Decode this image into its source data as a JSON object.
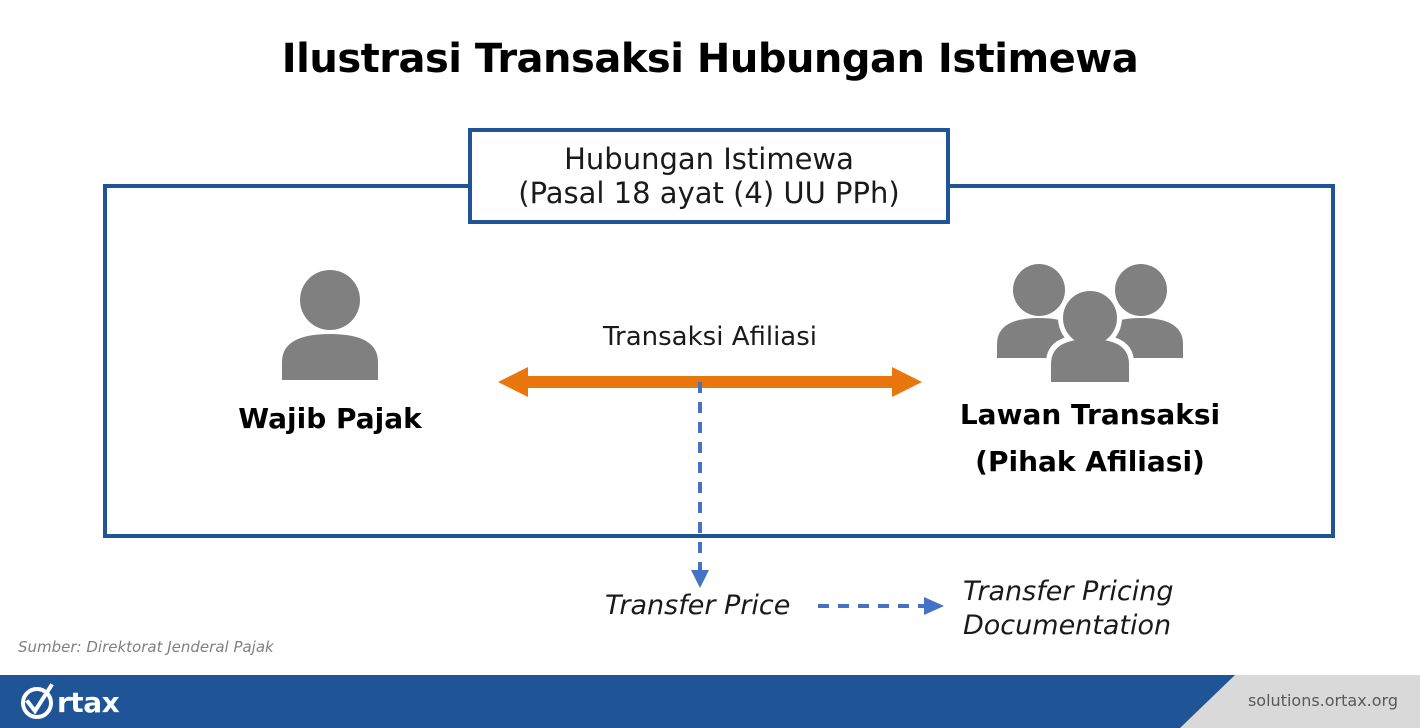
{
  "title": "Ilustrasi Transaksi Hubungan Istimewa",
  "top_box": {
    "line1": "Hubungan Istimewa",
    "line2": "(Pasal 18 ayat (4) UU PPh)"
  },
  "left_actor": {
    "icon": "single-person-icon",
    "label": "Wajib Pajak"
  },
  "right_actor": {
    "icon": "group-of-people-icon",
    "label_line1": "Lawan Transaksi",
    "label_line2": "(Pihak Afiliasi)"
  },
  "middle": {
    "transaction_label": "Transaksi Afiliasi",
    "arrow": "double-headed-horizontal-arrow"
  },
  "bottom": {
    "transfer_price": "Transfer Price",
    "doc_line1": "Transfer Pricing",
    "doc_line2": "Documentation",
    "connector": "dashed-arrow-right"
  },
  "source_note": "Sumber: Direktorat Jenderal Pajak",
  "footer": {
    "brand_mark": "ortax-check-circle-logo",
    "brand_text": "rtax",
    "url": "solutions.ortax.org"
  },
  "colors": {
    "brand_blue": "#1F5497",
    "accent_orange": "#E8760C",
    "dashed_blue": "#4472C4",
    "icon_gray": "#808080",
    "footer_gray": "#D9D9D9"
  }
}
